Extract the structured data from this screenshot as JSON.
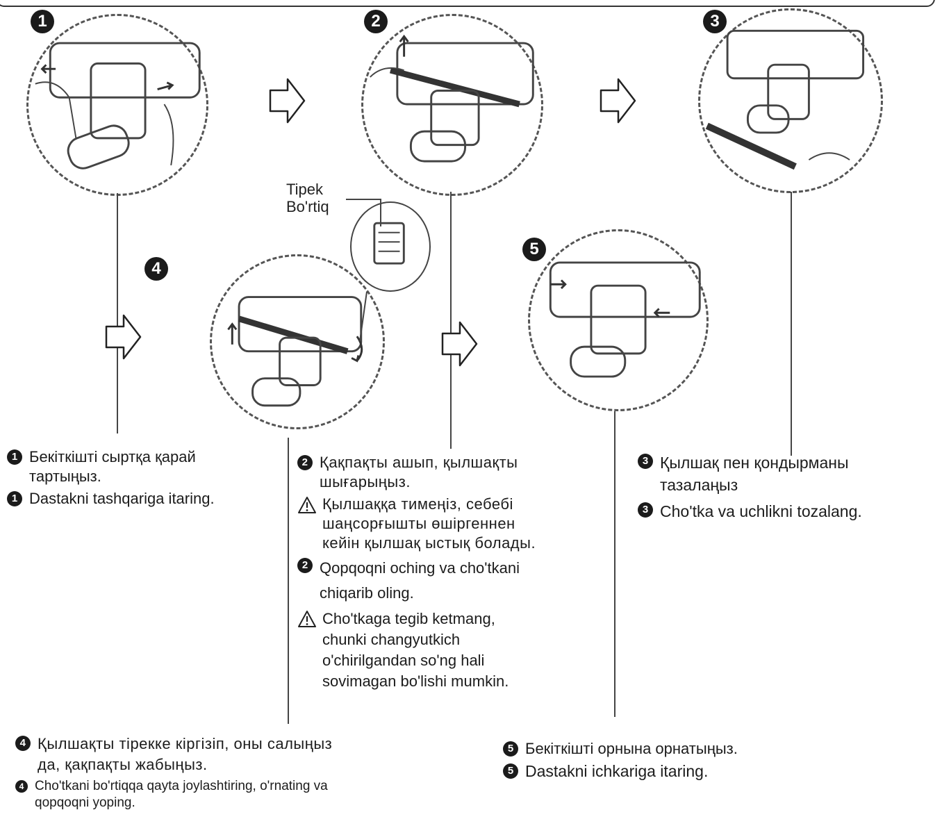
{
  "steps": {
    "step1": {
      "number": "1"
    },
    "step2": {
      "number": "2"
    },
    "step3": {
      "number": "3"
    },
    "step4": {
      "number": "4"
    },
    "step5": {
      "number": "5"
    }
  },
  "callout": {
    "line1": "Tipek",
    "line2": "Bo'rtiq"
  },
  "instructions": {
    "block1": {
      "kk": "Бекіткішті сыртқа қарай\nтартыңыз.",
      "uz": "Dastakni tashqariga itaring."
    },
    "block2": {
      "kk": "Қақпақты ашып, қылшақты\nшығарыңыз.",
      "kk_warning": "Қылшаққа тимеңіз, себебі\nшаңсорғышты өшіргеннен\nкейін қылшақ ыстық болады.",
      "uz": "Qopqoqni oching va cho'tkani\nchiqarib oling.",
      "uz_warning": "Cho'tkaga tegib ketmang,\nchunki changyutkich\no'chirilgandan so'ng hali\nsovimagan bo'lishi mumkin."
    },
    "block3": {
      "kk": "Қылшақ пен қондырманы\nтазалаңыз",
      "uz": "Cho'tka va uchlikni tozalang."
    },
    "block4": {
      "kk": "Қылшақты тірекке кіргізіп, оны салыңыз\nда, қақпақты жабыңыз.",
      "uz": "Cho'tkani bo'rtiqqa qayta joylashtiring, o'rnating va\nqopqoqni yoping."
    },
    "block5": {
      "kk": "Бекіткішті орнына орнатыңыз.",
      "uz": "Dastakni ichkariga itaring."
    }
  },
  "icons": {
    "flow_arrow": "right-arrow-icon",
    "warning": "warning-triangle-icon",
    "step_illustration": "vacuum-nozzle-illustration"
  },
  "colors": {
    "ink": "#1b1b1b",
    "dash": "#555555",
    "background": "#ffffff"
  }
}
